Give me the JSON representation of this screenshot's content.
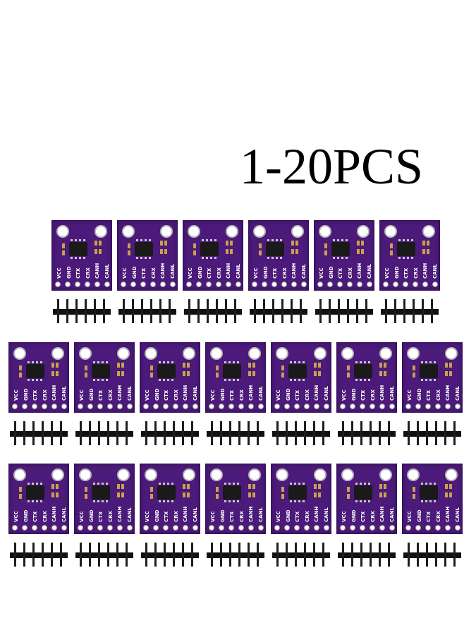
{
  "title": "1-20PCS",
  "board": {
    "pin_labels": [
      "VCC",
      "GND",
      "CTX",
      "CRX",
      "CANH",
      "CANL"
    ],
    "color": "#4b1a7a"
  },
  "rows": [
    {
      "count": 6
    },
    {
      "count": 7
    },
    {
      "count": 7
    }
  ]
}
